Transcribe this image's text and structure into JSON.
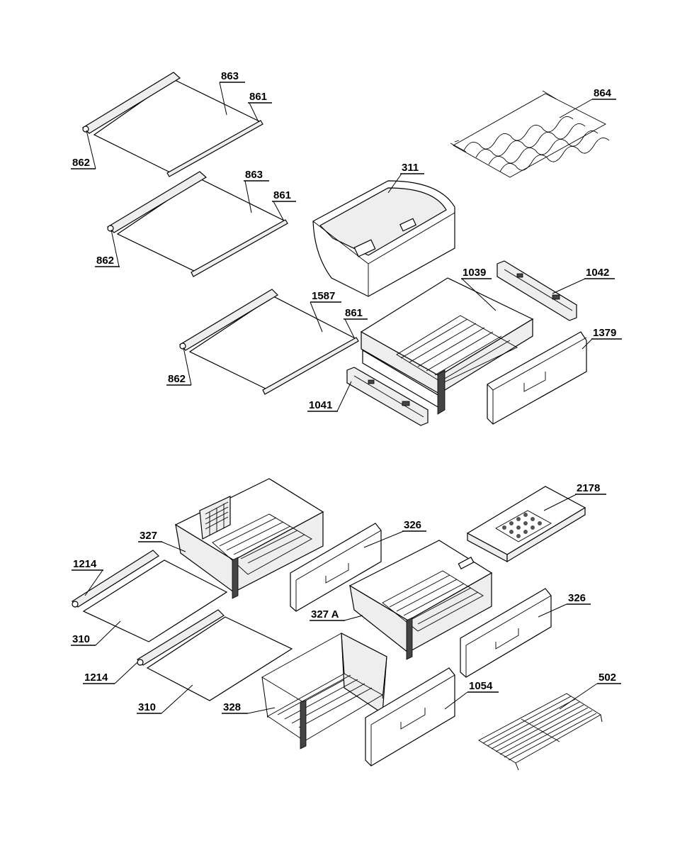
{
  "diagram": {
    "labels": {
      "l863a": "863",
      "l861a": "861",
      "l862a": "862",
      "l863b": "863",
      "l861b": "861",
      "l862b": "862",
      "l1587": "1587",
      "l861c": "861",
      "l862c": "862",
      "l311": "311",
      "l864": "864",
      "l1039": "1039",
      "l1042": "1042",
      "l1379": "1379",
      "l1041": "1041",
      "l327": "327",
      "l326a": "326",
      "l2178": "2178",
      "l1214a": "1214",
      "l310a": "310",
      "l1214b": "1214",
      "l310b": "310",
      "l327A": "327 A",
      "l326b": "326",
      "l328": "328",
      "l1054": "1054",
      "l502": "502"
    }
  }
}
